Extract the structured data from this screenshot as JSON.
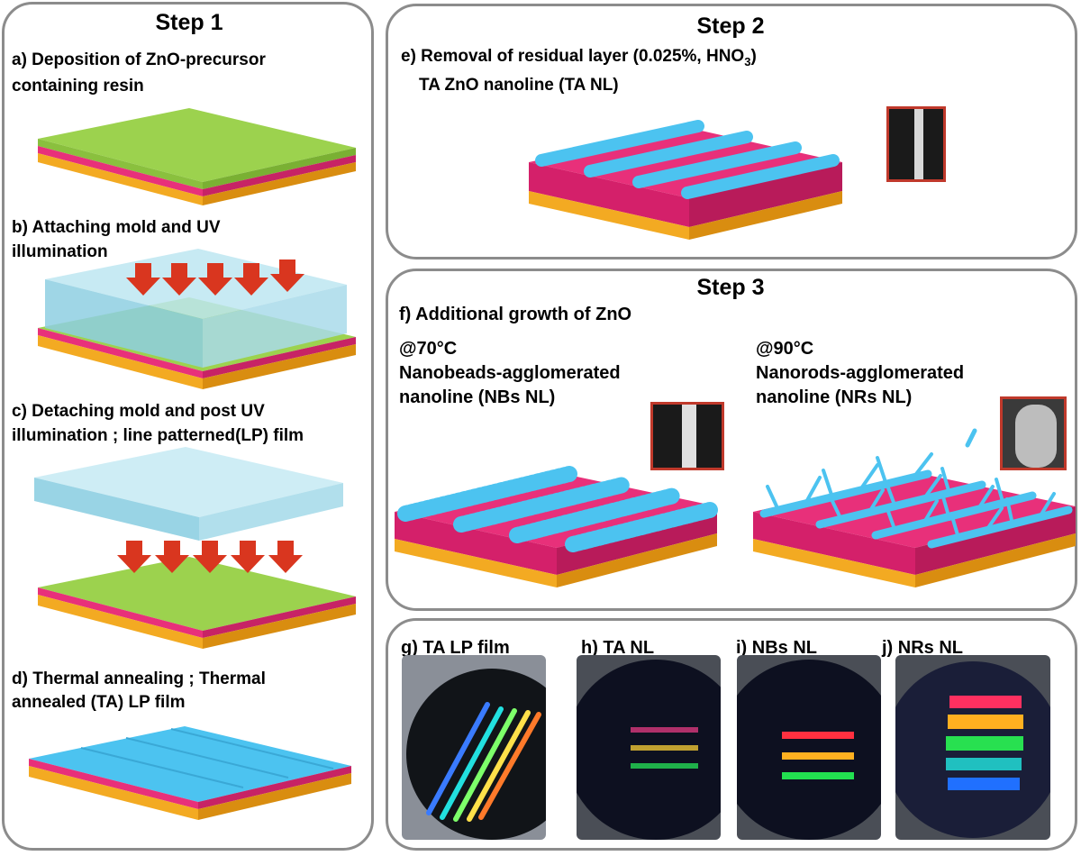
{
  "colors": {
    "substrate": "#f3aa22",
    "substrate_side": "#d98d10",
    "pink": "#e8307a",
    "resin": "#9cd24e",
    "zno": "#4cc3f0",
    "arrow": "#d9361f",
    "panel_border": "#8c8c8c"
  },
  "step1": {
    "title": "Step 1",
    "a_line1": "a) Deposition  of ZnO-precursor",
    "a_line2": "containing  resin",
    "b_line1": "b) Attaching  mold and  UV",
    "b_line2": "illumination",
    "c_line1": "c) Detaching  mold and  post UV",
    "c_line2": "illumination  ; line patterned(LP)  film",
    "d_line1": "d) Thermal annealing  ; Thermal",
    "d_line2": "annealed  (TA)  LP film"
  },
  "step2": {
    "title": "Step 2",
    "e_line1_main": "e) Removal  of residual layer (0.025%,  HNO",
    "e_line1_sub": "3",
    "e_line1_end": ")",
    "e_line2": "TA ZnO  nanoline  (TA NL)"
  },
  "step3": {
    "title": "Step 3",
    "f_line": "f) Additional  growth of ZnO",
    "left_temp": "@70°C",
    "left_line1": "Nanobeads-agglomerated",
    "left_line2": "nanoline  (NBs  NL)",
    "right_temp": "@90°C",
    "right_line1": "Nanorods-agglomerated",
    "right_line2": "nanoline  (NRs  NL)"
  },
  "photos": {
    "g": "g) TA LP  film",
    "h": "h)  TA NL",
    "i": "i)  NBs  NL",
    "j": "j)  NRs  NL"
  }
}
